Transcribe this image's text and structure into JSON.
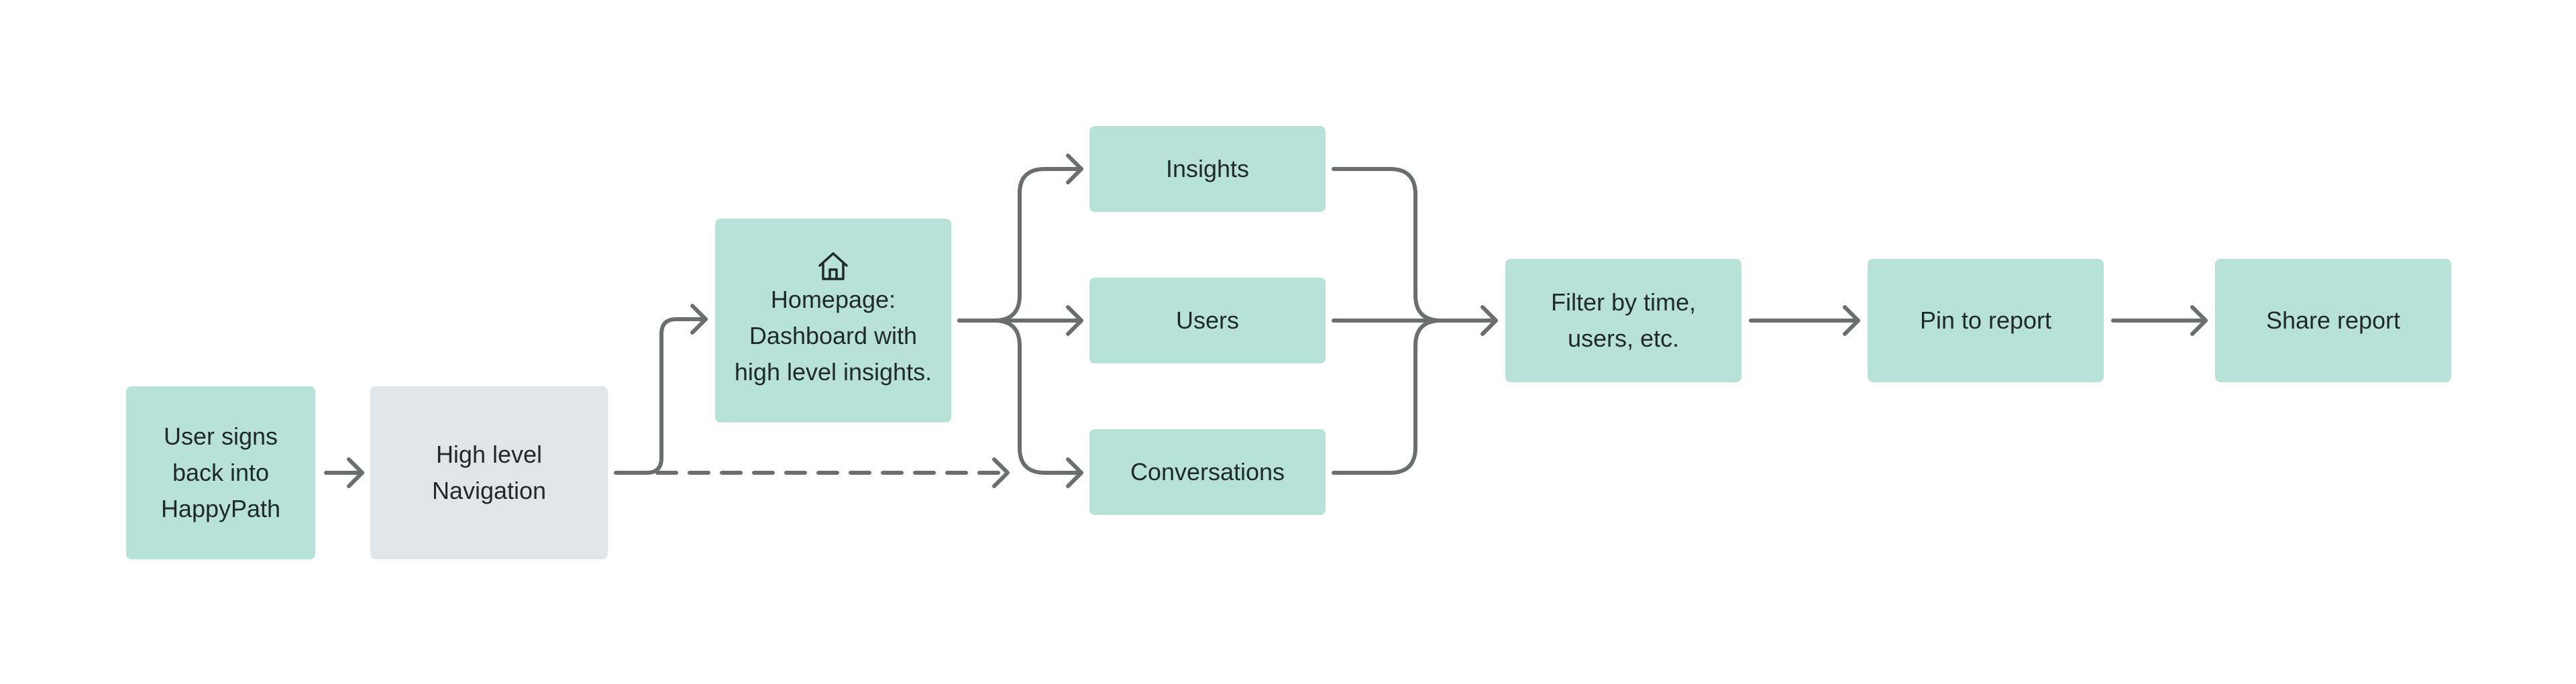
{
  "diagram": {
    "type": "user-flow",
    "colors": {
      "step_fill": "#b8e2d7",
      "navigation_fill": "#e0e5e8",
      "connector": "#6b6e6e",
      "text": "#1f2a28"
    },
    "nodes": {
      "signin": {
        "label": "User signs\nback into\nHappyPath"
      },
      "navigation": {
        "label": "High level\nNavigation"
      },
      "homepage": {
        "label": "Homepage:\nDashboard with\nhigh level insights.",
        "icon": "home-icon"
      },
      "insights": {
        "label": "Insights"
      },
      "users": {
        "label": "Users"
      },
      "conversations": {
        "label": "Conversations"
      },
      "filter": {
        "label": "Filter by time,\nusers, etc."
      },
      "pin": {
        "label": "Pin to report"
      },
      "share": {
        "label": "Share report"
      }
    },
    "edges": [
      {
        "from": "signin",
        "to": "navigation",
        "style": "solid"
      },
      {
        "from": "navigation",
        "to": "homepage",
        "style": "solid"
      },
      {
        "from": "navigation",
        "to": "conversations",
        "style": "dashed"
      },
      {
        "from": "homepage",
        "to": "insights",
        "style": "solid"
      },
      {
        "from": "homepage",
        "to": "users",
        "style": "solid"
      },
      {
        "from": "homepage",
        "to": "conversations",
        "style": "solid"
      },
      {
        "from": "insights",
        "to": "filter",
        "style": "solid"
      },
      {
        "from": "users",
        "to": "filter",
        "style": "solid"
      },
      {
        "from": "conversations",
        "to": "filter",
        "style": "solid"
      },
      {
        "from": "filter",
        "to": "pin",
        "style": "solid"
      },
      {
        "from": "pin",
        "to": "share",
        "style": "solid"
      }
    ]
  }
}
